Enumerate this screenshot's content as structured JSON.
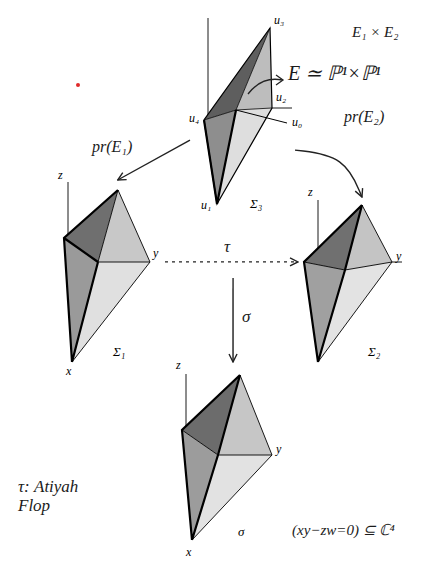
{
  "diagram": {
    "nodes": [
      {
        "text": [
          "Σ₃"
        ]
      },
      {
        "text": [
          "Σ₁"
        ]
      },
      {
        "text": [
          "Σ₂"
        ]
      },
      {
        "text": [
          "σ"
        ]
      }
    ],
    "edges": [
      {
        "from": 0,
        "to": 1,
        "label": "pr(E₁)",
        "arrow": "to"
      },
      {
        "from": 0,
        "to": 2,
        "label": "pr(E₂)",
        "arrow": "to"
      },
      {
        "from": 1,
        "to": 2,
        "label": "τ",
        "arrow": "to"
      },
      {
        "from": 0,
        "to": 3,
        "label": "σ",
        "arrow": "to"
      }
    ],
    "labels": [
      "u₃",
      "E₁ × E₂",
      "E ≃ ℙ¹×ℙ¹",
      "u₂",
      "u₄",
      "u₀",
      "u₁",
      "z",
      "y",
      "x",
      "z",
      "y",
      "z",
      "y",
      "x",
      "(xy−zw=0) ⊆ ℂ⁴",
      "τ: Atiyah Flop"
    ]
  }
}
